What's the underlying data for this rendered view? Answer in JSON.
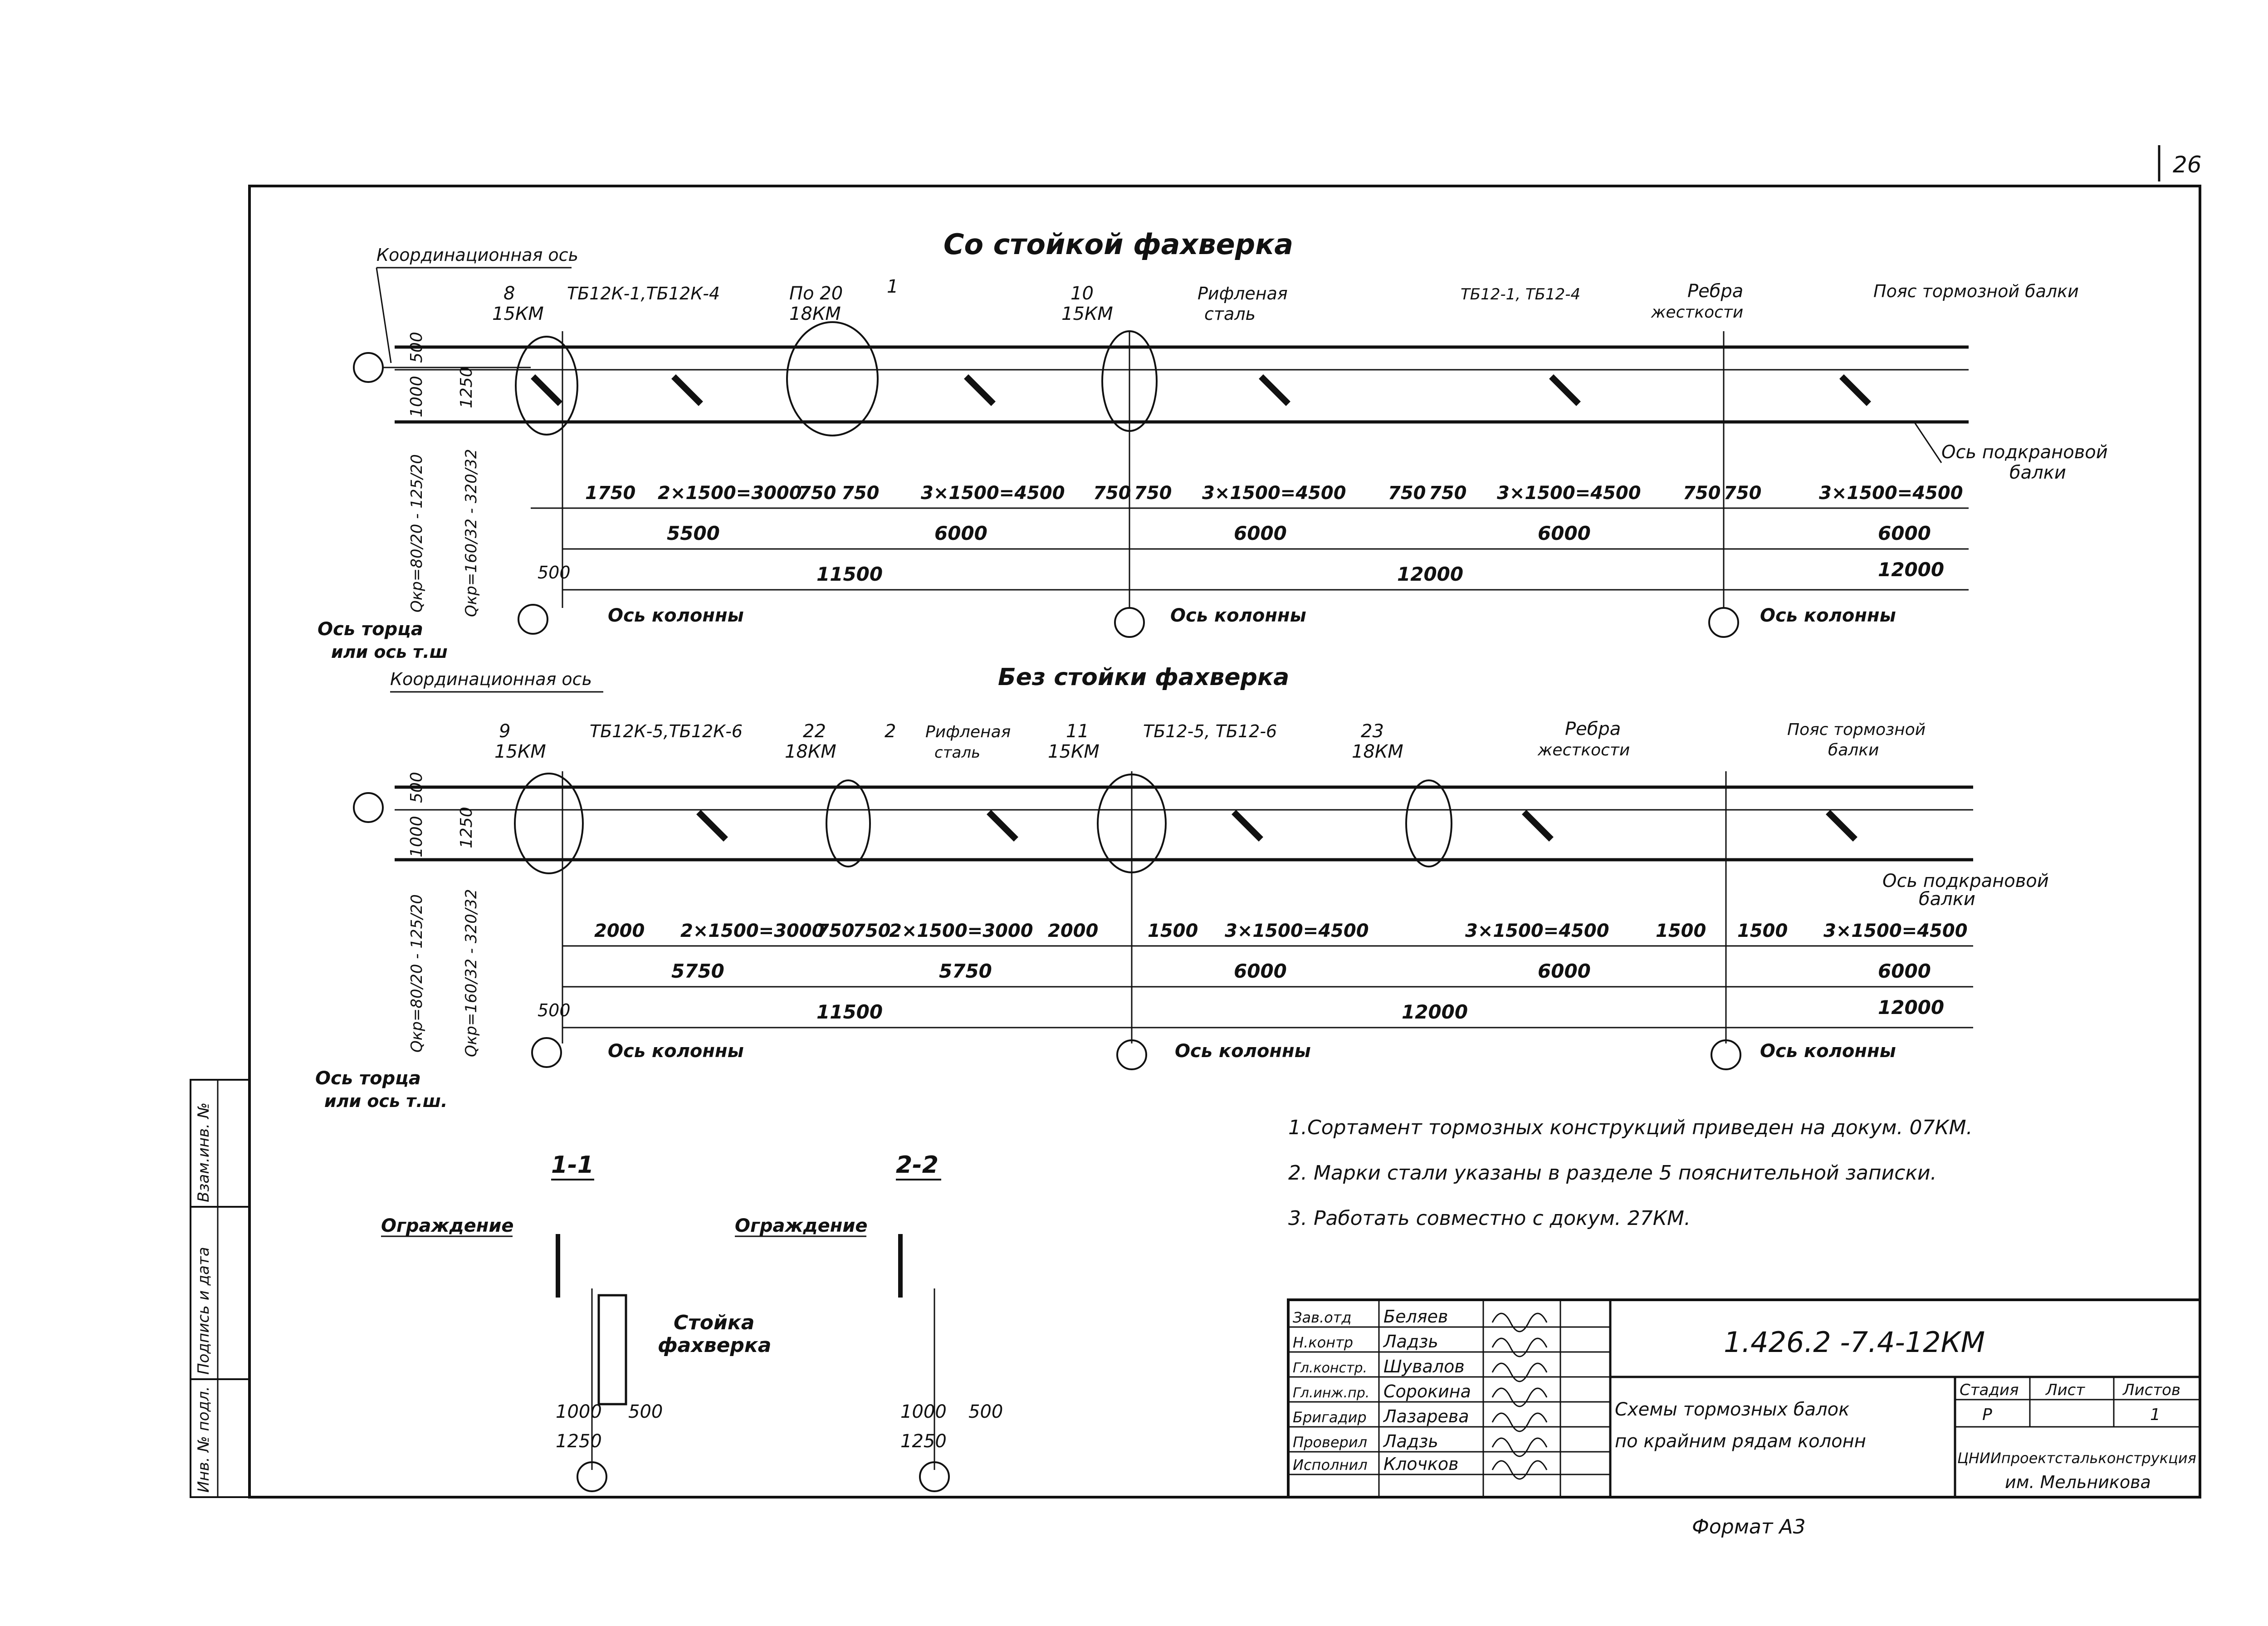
{
  "page_number": "26",
  "plan1": {
    "title": "Со стойкой фахверка",
    "coord_axis": "Координационная ось",
    "callouts": [
      "8",
      "15КМ",
      "ТБ12К-1,ТБ12К-4",
      "По 20",
      "18КМ",
      "1",
      "10",
      "15КМ",
      "Рифленая",
      "сталь",
      "ТБ12-1, ТБ12-4",
      "Ребра",
      "жесткости",
      "Пояс тормозной балки"
    ],
    "under_axis": [
      "Ось подкрановой",
      "балки"
    ],
    "dims_row1": [
      "1750",
      "2×1500=3000",
      "750",
      "750",
      "3×1500=4500",
      "750",
      "750",
      "3×1500=4500",
      "750",
      "750",
      "3×1500=4500",
      "750",
      "750",
      "3×1500=4500"
    ],
    "dims_row2": [
      "5500",
      "6000",
      "6000",
      "6000",
      "6000"
    ],
    "dims_row3": [
      "11500",
      "12000",
      "12000"
    ],
    "left_dims": [
      "500",
      "1000",
      "1250"
    ],
    "vertical_notes": [
      "Qкр=80/20 - 125/20",
      "Qкр=160/32 - 320/32"
    ],
    "col_axis": "Ось колонны",
    "end_axis": [
      "Ось торца",
      "или ось т.ш"
    ],
    "end_dim": "500"
  },
  "plan2": {
    "title": "Без стойки фахверка",
    "coord_axis": "Координационная ось",
    "callouts": [
      "9",
      "15КМ",
      "ТБ12К-5,ТБ12К-6",
      "22",
      "18КМ",
      "2",
      "Рифленая",
      "сталь",
      "11",
      "15КМ",
      "ТБ12-5, ТБ12-6",
      "23",
      "18КМ",
      "Ребра",
      "жесткости",
      "Пояс тормозной",
      "балки"
    ],
    "under_axis": [
      "Ось подкрановой",
      "балки"
    ],
    "dims_row1": [
      "2000",
      "2×1500=3000",
      "750",
      "750",
      "2×1500=3000",
      "2000",
      "1500",
      "3×1500=4500",
      "3×1500=4500",
      "1500",
      "1500",
      "3×1500=4500"
    ],
    "dims_row2": [
      "5750",
      "5750",
      "6000",
      "6000",
      "6000"
    ],
    "dims_row3": [
      "11500",
      "12000",
      "12000"
    ],
    "left_dims": [
      "500",
      "1000",
      "1250"
    ],
    "vertical_notes": [
      "Qкр=80/20 - 125/20",
      "Qкр=160/32 - 320/32"
    ],
    "col_axis": "Ось колонны",
    "end_axis": [
      "Ось торца",
      "или ось т.ш."
    ],
    "end_dim": "500"
  },
  "notes": [
    "1.Сортамент тормозных конструкций приведен на докум. 07КМ.",
    "2. Марки стали указаны в разделе 5 пояснительной записки.",
    "3. Работать совместно с докум. 27КМ."
  ],
  "sections": {
    "s1": {
      "title": "1-1",
      "fence": "Ограждение",
      "post": [
        "Стойка",
        "фахверка"
      ],
      "dims": [
        "1000",
        "500",
        "1250"
      ]
    },
    "s2": {
      "title": "2-2",
      "fence": "Ограждение",
      "dims": [
        "1000",
        "500",
        "1250"
      ]
    }
  },
  "left_margin": [
    "Инв. № подл.",
    "Подпись и дата",
    "Взам.инв. №"
  ],
  "title_block": {
    "doc_code": "1.426.2 -7.4-12КМ",
    "name_line1": "Схемы тормозных балок",
    "name_line2": "по крайним рядам колонн",
    "roles": [
      "Зав.отд",
      "Н.контр",
      "Гл.констр.",
      "Гл.инж.пр.",
      "Бригадир",
      "Проверил",
      "Исполнил"
    ],
    "people": [
      "Беляев",
      "Ладзь",
      "Шувалов",
      "Сорокина",
      "Лазарева",
      "Ладзь",
      "Клочков"
    ],
    "stage_label": "Стадия",
    "sheet_label": "Лист",
    "sheets_label": "Листов",
    "stage_value": "Р",
    "sheets_value": "1",
    "org_line1": "ЦНИИпроектстальконструкция",
    "org_line2": "им. Мельникова"
  },
  "format_label": "Формат А3"
}
